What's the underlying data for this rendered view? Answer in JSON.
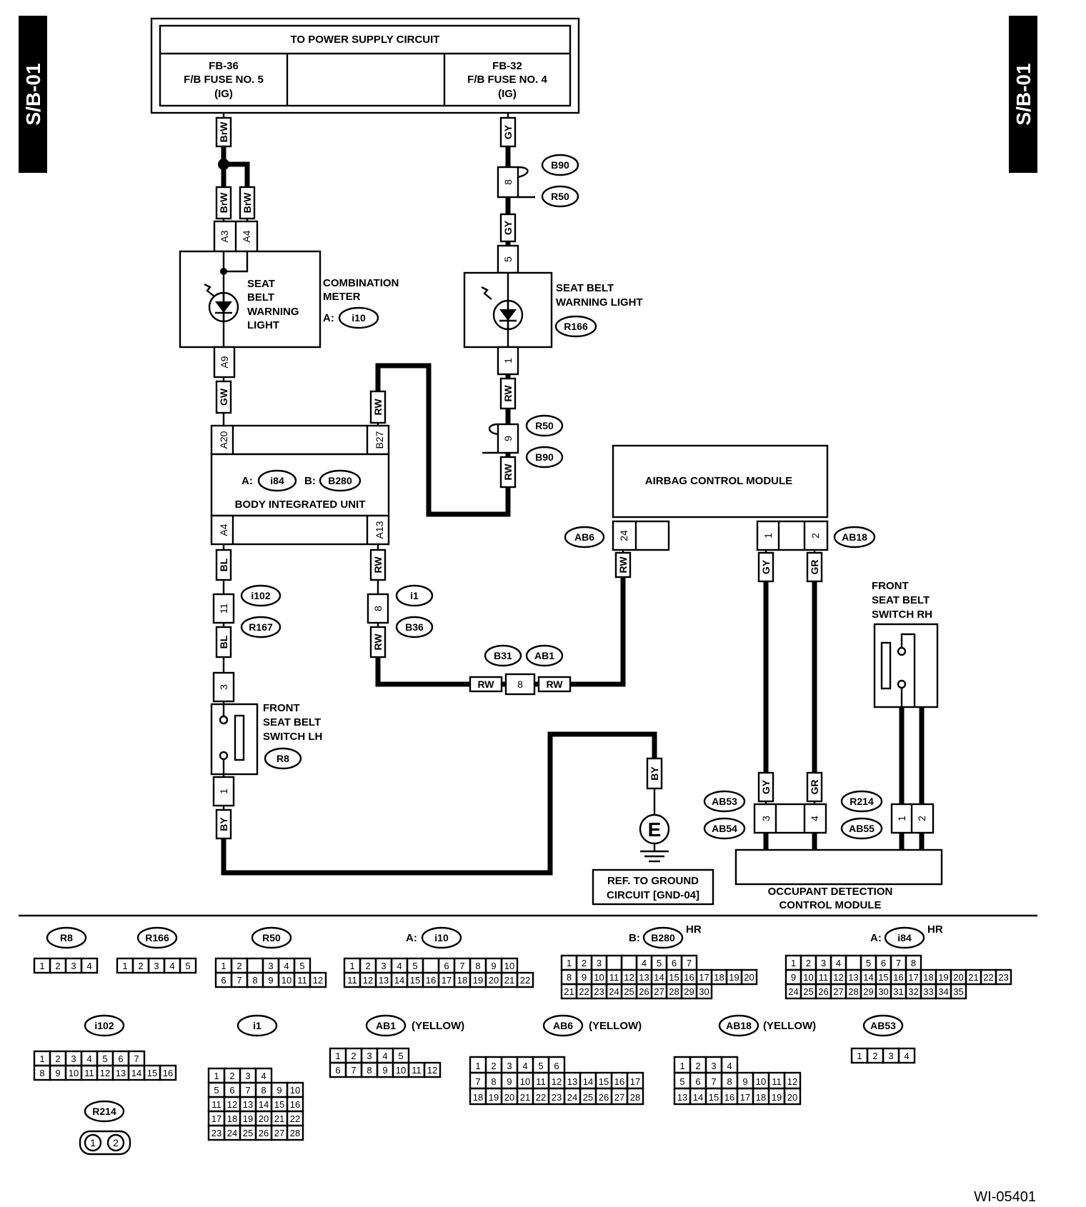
{
  "side_tab": "S/B-01",
  "power": {
    "title": "TO POWER SUPPLY CIRCUIT",
    "left_fuse": [
      "FB-36",
      "F/B FUSE NO. 5",
      "(IG)"
    ],
    "right_fuse": [
      "FB-32",
      "F/B FUSE NO. 4",
      "(IG)"
    ]
  },
  "wires": {
    "brw": "BrW",
    "gy": "GY",
    "gw": "GW",
    "rw": "RW",
    "bl": "BL",
    "by": "BY",
    "gr": "GR"
  },
  "pins": {
    "a3": "A3",
    "a4": "A4",
    "a9": "A9",
    "a20": "A20",
    "b27": "B27",
    "a4b": "A4",
    "a13": "A13",
    "p8": "8",
    "p5": "5",
    "p1": "1",
    "p9": "9",
    "p11": "11",
    "p3": "3",
    "p24": "24",
    "p2": "2",
    "p4": "4"
  },
  "connectors": {
    "b90": "B90",
    "r50": "R50",
    "r166": "R166",
    "i10": "i10",
    "i84": "i84",
    "b280": "B280",
    "ab6": "AB6",
    "ab18": "AB18",
    "i102": "i102",
    "r167": "R167",
    "i1": "i1",
    "b36": "B36",
    "b31": "B31",
    "ab1": "AB1",
    "r8": "R8",
    "ab53": "AB53",
    "ab54": "AB54",
    "r214": "R214",
    "ab55": "AB55"
  },
  "prefix": {
    "a": "A:",
    "b": "B:"
  },
  "components": {
    "combination_meter": [
      "COMBINATION",
      "METER"
    ],
    "seat_belt_warning_light_meter": [
      "SEAT",
      "BELT",
      "WARNING",
      "LIGHT"
    ],
    "seat_belt_warning_light": [
      "SEAT BELT",
      "WARNING LIGHT"
    ],
    "body_integrated_unit": "BODY INTEGRATED UNIT",
    "airbag_control_module": "AIRBAG CONTROL MODULE",
    "front_seat_belt_switch_lh": [
      "FRONT",
      "SEAT BELT",
      "SWITCH LH"
    ],
    "front_seat_belt_switch_rh": [
      "FRONT",
      "SEAT BELT",
      "SWITCH RH"
    ],
    "ground_symbol": "E",
    "ground_ref": [
      "REF. TO GROUND",
      "CIRCUIT [GND-04]"
    ],
    "occupant_detection": [
      "OCCUPANT DETECTION",
      "CONTROL MODULE"
    ]
  },
  "legend": {
    "hr": "HR",
    "yellow": "(YELLOW)",
    "r8_pins": [
      "1",
      "2",
      "3",
      "4"
    ],
    "r166_pins": [
      "1",
      "2",
      "3",
      "4",
      "5"
    ],
    "r50_rows": [
      [
        "1",
        "2",
        "",
        "3",
        "4",
        "5"
      ],
      [
        "6",
        "7",
        "8",
        "9",
        "10",
        "11",
        "12"
      ]
    ],
    "i10_rows": [
      [
        "1",
        "2",
        "3",
        "4",
        "5",
        "",
        "6",
        "7",
        "8",
        "9",
        "10"
      ],
      [
        "11",
        "12",
        "13",
        "14",
        "15",
        "16",
        "17",
        "18",
        "19",
        "20",
        "21",
        "22"
      ]
    ],
    "b280_rows": [
      [
        "1",
        "2",
        "3",
        "",
        "",
        "4",
        "5",
        "6",
        "7"
      ],
      [
        "8",
        "9",
        "10",
        "11",
        "12",
        "13",
        "14",
        "15",
        "16",
        "17",
        "18",
        "19",
        "20"
      ],
      [
        "21",
        "22",
        "23",
        "24",
        "25",
        "26",
        "27",
        "28",
        "29",
        "30"
      ]
    ],
    "i84_rows": [
      [
        "1",
        "2",
        "3",
        "4",
        "",
        "5",
        "6",
        "7",
        "8"
      ],
      [
        "9",
        "10",
        "11",
        "12",
        "13",
        "14",
        "15",
        "16",
        "17",
        "18",
        "19",
        "20",
        "21",
        "22",
        "23"
      ],
      [
        "24",
        "25",
        "26",
        "27",
        "28",
        "29",
        "30",
        "31",
        "32",
        "33",
        "34",
        "35"
      ]
    ],
    "i102_rows": [
      [
        "1",
        "2",
        "3",
        "4",
        "5",
        "6",
        "7"
      ],
      [
        "8",
        "9",
        "10",
        "11",
        "12",
        "13",
        "14",
        "15",
        "16"
      ]
    ],
    "i1_rows": [
      [
        "1",
        "2",
        "3",
        "4"
      ],
      [
        "5",
        "6",
        "7",
        "8",
        "9",
        "10"
      ],
      [
        "11",
        "12",
        "13",
        "14",
        "15",
        "16"
      ],
      [
        "17",
        "18",
        "19",
        "20",
        "21",
        "22"
      ],
      [
        "23",
        "24",
        "25",
        "26",
        "27",
        "28"
      ]
    ],
    "ab1_rows": [
      [
        "1",
        "2",
        "3",
        "4",
        "5"
      ],
      [
        "6",
        "7",
        "8",
        "9",
        "10",
        "11",
        "12"
      ]
    ],
    "ab6_rows": [
      [
        "1",
        "2",
        "3",
        "4",
        "5",
        "6"
      ],
      [
        "7",
        "8",
        "9",
        "10",
        "11",
        "12",
        "13",
        "14",
        "15",
        "16",
        "17"
      ],
      [
        "18",
        "19",
        "20",
        "21",
        "22",
        "23",
        "24",
        "25",
        "26",
        "27",
        "28"
      ]
    ],
    "ab18_rows": [
      [
        "1",
        "2",
        "3",
        "4"
      ],
      [
        "5",
        "6",
        "7",
        "8",
        "9",
        "10",
        "11",
        "12"
      ],
      [
        "13",
        "14",
        "15",
        "16",
        "17",
        "18",
        "19",
        "20"
      ]
    ],
    "ab53_pins": [
      "1",
      "2",
      "3",
      "4"
    ],
    "r214_pins": [
      "1",
      "2"
    ]
  },
  "figure_id": "WI-05401"
}
